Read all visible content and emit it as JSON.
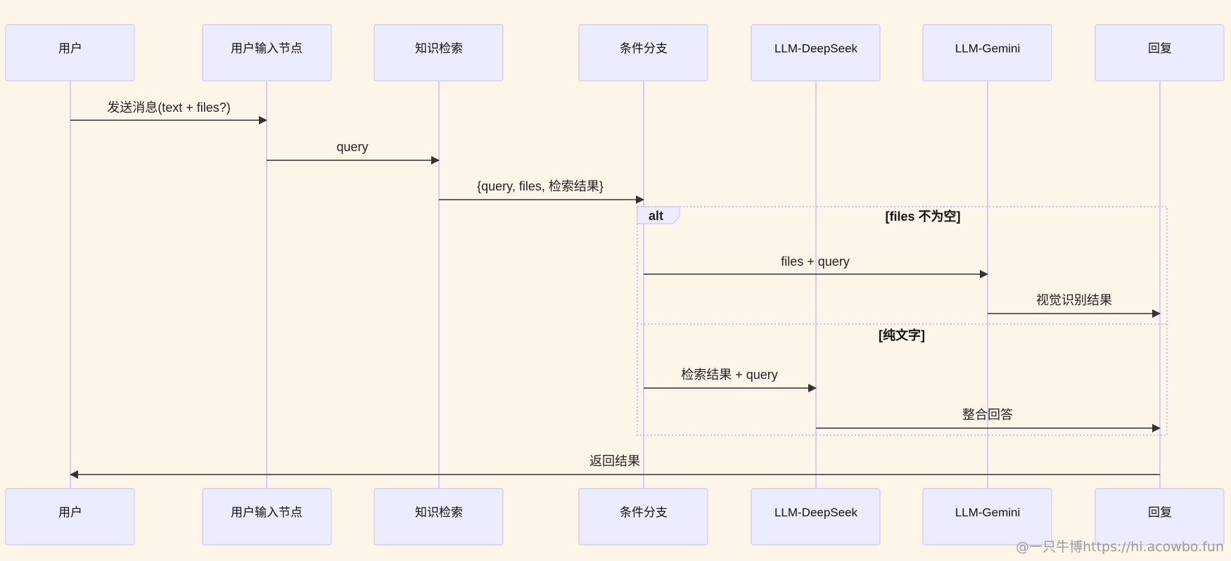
{
  "diagram": {
    "participants": [
      "用户",
      "用户输入节点",
      "知识检索",
      "条件分支",
      "LLM-DeepSeek",
      "LLM-Gemini",
      "回复"
    ],
    "messages": [
      {
        "from": 0,
        "to": 1,
        "label": "发送消息(text + files?)"
      },
      {
        "from": 1,
        "to": 2,
        "label": "query"
      },
      {
        "from": 2,
        "to": 3,
        "label": "{query, files, 检索结果}"
      },
      {
        "from": 3,
        "to": 5,
        "label": "files + query"
      },
      {
        "from": 5,
        "to": 6,
        "label": "视觉识别结果"
      },
      {
        "from": 3,
        "to": 4,
        "label": "检索结果 + query"
      },
      {
        "from": 4,
        "to": 6,
        "label": "整合回答"
      },
      {
        "from": 6,
        "to": 0,
        "label": "返回结果"
      }
    ],
    "alt": {
      "tag": "alt",
      "branches": [
        "[files 不为空]",
        "[纯文字]"
      ]
    }
  },
  "watermark": "@一只牛博https://hi.acowbo.fun",
  "colors": {
    "background": "#fdf5e8",
    "actor_fill": "#ececff",
    "actor_border": "#d3c6f2",
    "lifeline": "#d9cbf7",
    "arrow": "#333333"
  }
}
